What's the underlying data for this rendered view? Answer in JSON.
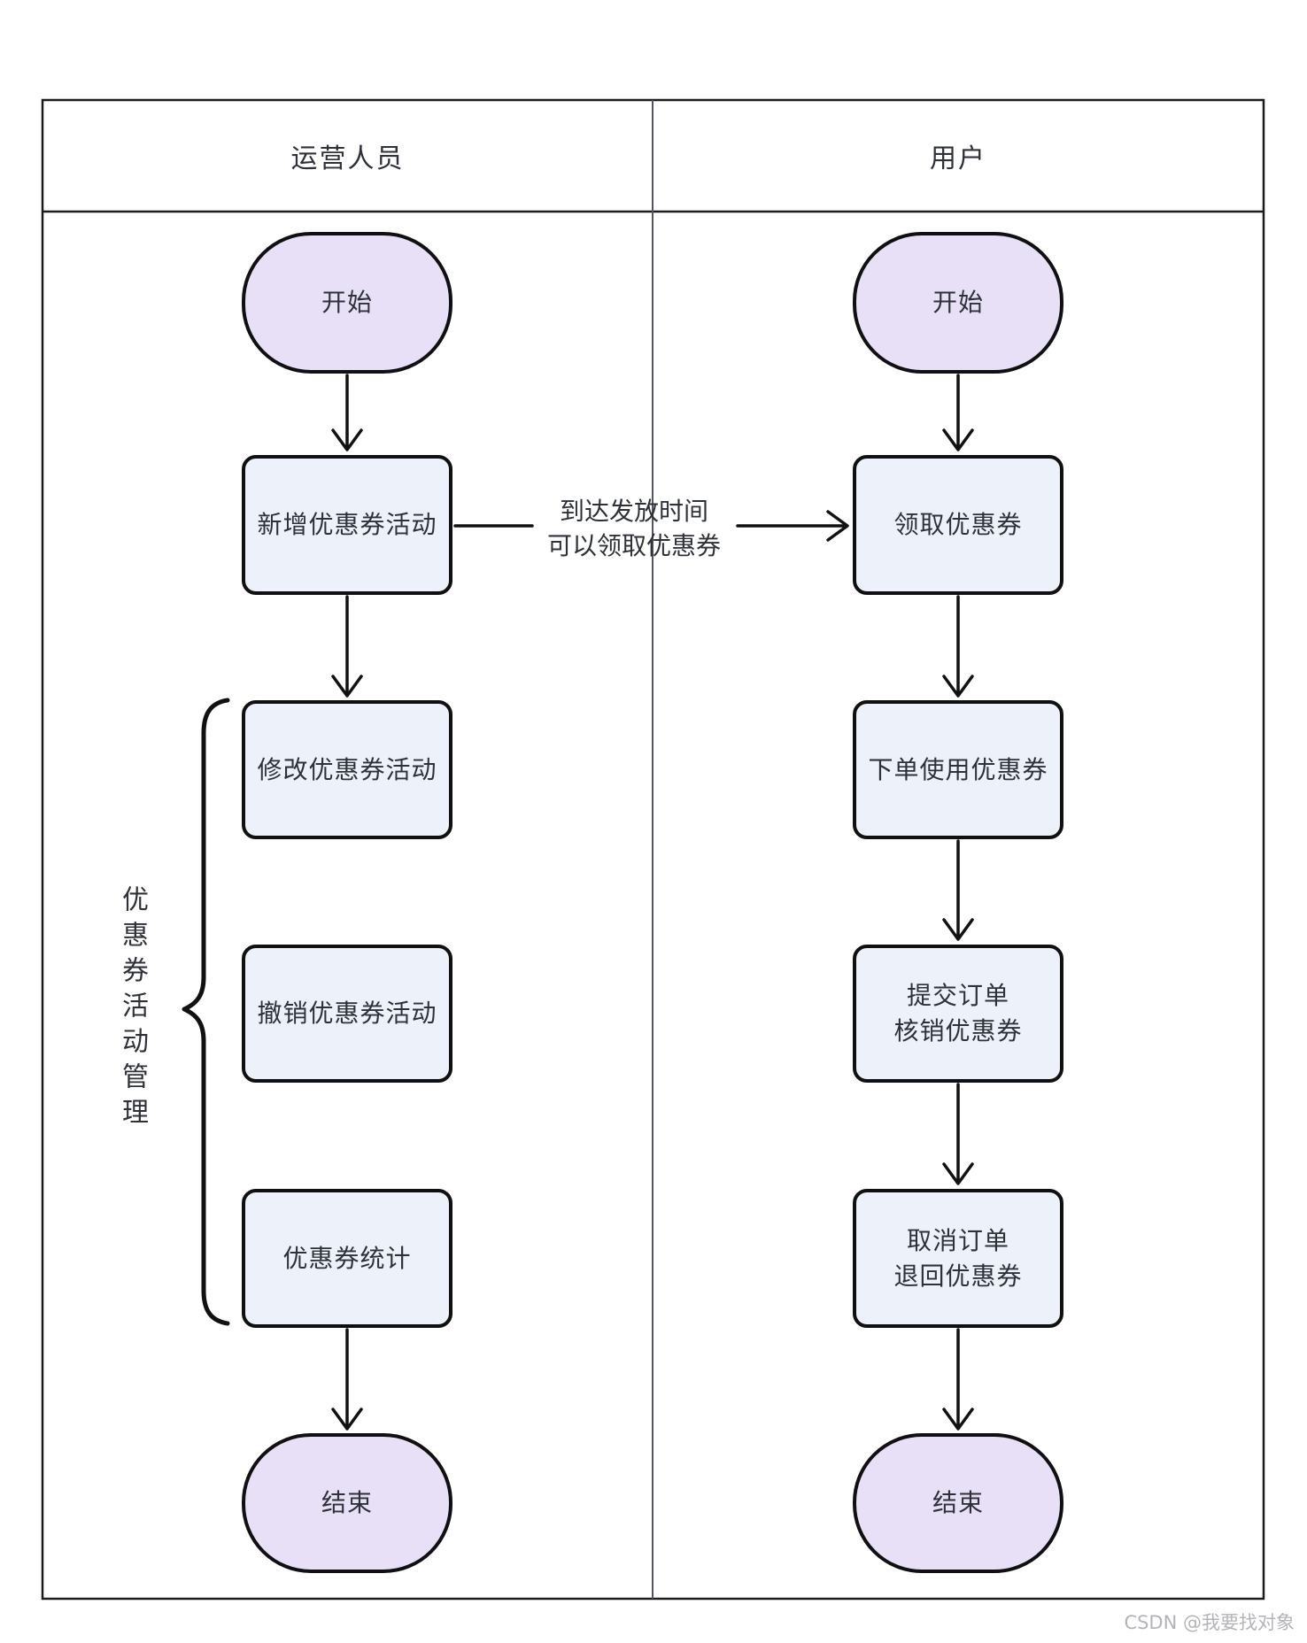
{
  "header": {
    "left_lane": "运营人员",
    "right_lane": "用户"
  },
  "nodes": {
    "op_start": {
      "label": "开始"
    },
    "op_create": {
      "label": "新增优惠券活动"
    },
    "op_modify": {
      "label": "修改优惠券活动"
    },
    "op_revoke": {
      "label": "撤销优惠券活动"
    },
    "op_stats": {
      "label": "优惠券统计"
    },
    "op_end": {
      "label": "结束"
    },
    "user_start": {
      "label": "开始"
    },
    "user_claim": {
      "label": "领取优惠券"
    },
    "user_order": {
      "label": "下单使用优惠券"
    },
    "user_submit": {
      "label": "提交订单\n核销优惠券"
    },
    "user_cancel": {
      "label": "取消订单\n退回优惠券"
    },
    "user_end": {
      "label": "结束"
    }
  },
  "edges": {
    "claim_label": "到达发放时间\n可以领取优惠券"
  },
  "brace_label": "优惠券活动管理",
  "watermark": "CSDN @我要找对象",
  "colors": {
    "terminal_fill": "#e8e0f7",
    "process_fill": "#edf1fa",
    "node_border": "#101010",
    "frame": "#1a1a1a",
    "divider": "#53565c",
    "text": "#2e3238",
    "watermark": "#b4b4b8"
  }
}
